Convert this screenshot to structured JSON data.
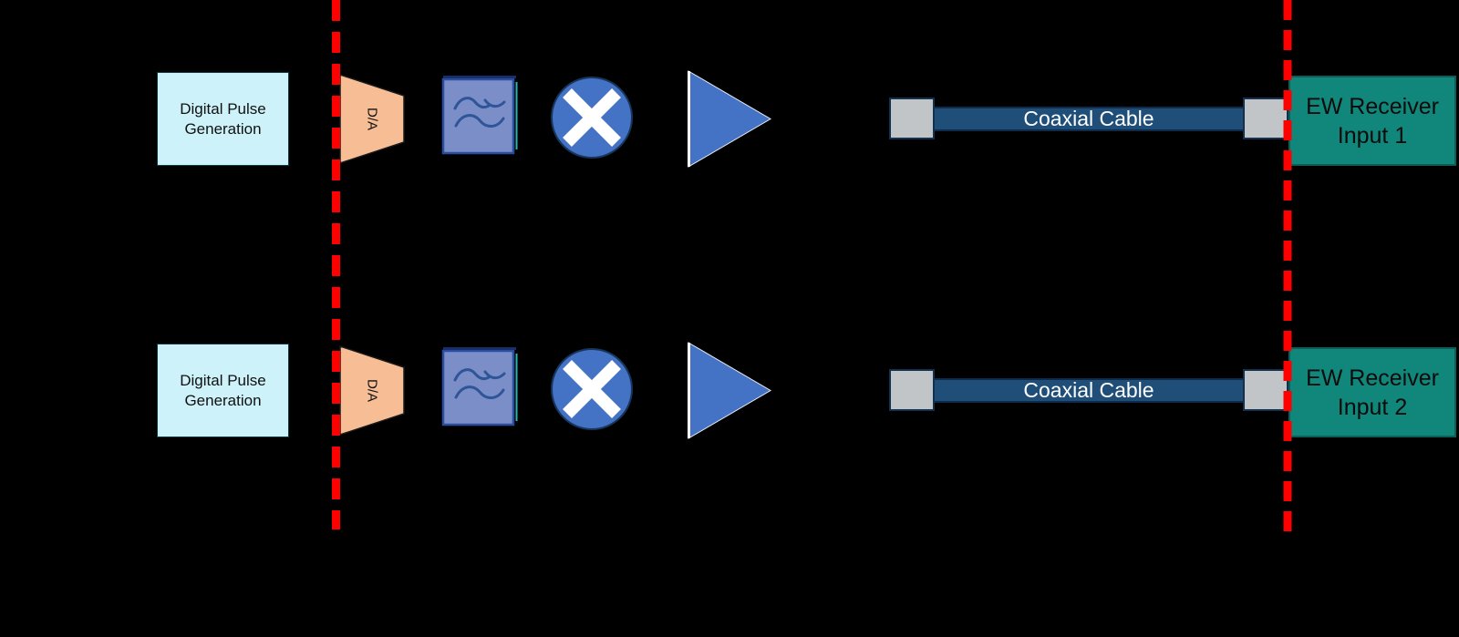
{
  "diagram_title": "",
  "rows": [
    {
      "generator_label": "Digital Pulse Generation",
      "dac_label": "D/A",
      "cable_label": "Coaxial Cable",
      "receiver_line1": "EW Receiver",
      "receiver_line2": "Input 1"
    },
    {
      "generator_label": "Digital Pulse Generation",
      "dac_label": "D/A",
      "cable_label": "Coaxial Cable",
      "receiver_line1": "EW Receiver",
      "receiver_line2": "Input 2"
    }
  ],
  "icons": {
    "filter": "bandpass-filter-wave-icon",
    "mixer": "mixer-cross-icon",
    "amplifier": "amplifier-triangle-icon"
  },
  "colors": {
    "background": "#000000",
    "boundary_dash_red": "#FF0000",
    "generator_fill": "#CDF2F9",
    "dac_fill": "#F7BE95",
    "filter_fill": "#7B8EC8",
    "filter_border": "#2A4DA0",
    "filter_wave": "#2E5597",
    "component_blue": "#4472C4",
    "mixer_border": "#17365D",
    "cable_fill": "#1F4E79",
    "connector_fill": "#C2C5C8",
    "receiver_fill": "#11867B",
    "receiver_border": "#0A5F58"
  }
}
